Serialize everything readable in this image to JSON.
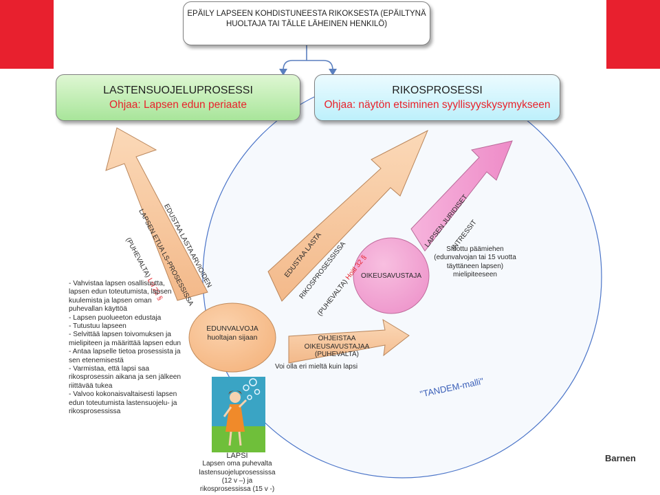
{
  "colors": {
    "brand_red": "#e8202e",
    "green_box": "#b5eaa6",
    "cyan_box": "#c9f3fc",
    "orange_fill": "#f8caa0",
    "pink_fill": "#f29fcf",
    "circle_stroke": "#4a74c8",
    "accent_text_red": "#e8222b"
  },
  "top_box": {
    "line1": "EPÄILY LAPSEEN KOHDISTUNEESTA RIKOKSESTA (EPÄILTYNÄ",
    "line2": "HUOLTAJA TAI TÄLLE LÄHEINEN HENKILÖ)"
  },
  "green_box": {
    "title": "LASTENSUOJELUPROSESSI",
    "subtitle": "Ohjaa: Lapsen edun periaate"
  },
  "cyan_box": {
    "title": "RIKOSPROSESSI",
    "subtitle": "Ohjaa: näytön etsiminen syyllisyyskysymykseen"
  },
  "arrow_left": {
    "line1": "EDUSTAA LASTA ARVIOIDEN",
    "line2": "LAPSEN ETUA LS-PROSESSISSA",
    "line3": "(PUHEVALTA)",
    "ref": "Lsl 22 §"
  },
  "arrow_middle": {
    "line1": "EDUSTAA LASTA",
    "line2": "RIKOSPROSESSISSA",
    "line3": "(PUHEVALTA)",
    "ref": "Hoitl 32 §"
  },
  "arrow_pink": {
    "line1": "LAPSEN JURIDISET",
    "line2": "INTRESSIT"
  },
  "arrow_bottom": {
    "line1": "OHJEISTAA",
    "line2": "OIKEUSAVUSTAJAA",
    "line3": "(PUHEVALTA)"
  },
  "guardian_note": "Voi olla eri mieltä kuin lapsi",
  "edunvalvoja": {
    "title": "EDUNVALVOJA",
    "subtitle": "huoltajan sijaan"
  },
  "oikeusavustaja": {
    "title": "OIKEUSAVUSTAJA"
  },
  "counsel_note": {
    "line1": "Sidottu päämiehen",
    "line2": "(edunvalvojan tai 15 vuotta",
    "line3": "täyttäneen lapsen)",
    "line4": "mielipiteeseen"
  },
  "tandem_label": "\"TANDEM-malli\"",
  "duties": [
    "- Vahvistaa lapsen osallisuutta,",
    "lapsen edun toteutumista, lapsen",
    "kuulemista ja lapsen oman",
    "puhevallan käyttöä",
    "- Lapsen puolueeton edustaja",
    "- Tutustuu lapseen",
    "- Selvittää lapsen toivomuksen ja",
    "mielipiteen ja määrittää lapsen edun",
    "- Antaa lapselle tietoa prosessista ja",
    "sen etenemisestä",
    "- Varmistaa, että lapsi saa",
    "rikosprosessin aikana ja sen jälkeen",
    "riittävää tukea",
    "- Valvoo kokonaisvaltaisesti lapsen",
    "edun toteutumista lastensuojelu- ja",
    "rikosprosessissa"
  ],
  "lapsi": {
    "title": "LAPSI",
    "line1": "Lapsen oma puhevalta",
    "line2": "lastensuojeluprosessissa",
    "line3": "(12 v –) ja",
    "line4": "rikosprosessissa (15 v -)"
  },
  "logo_text": "Barnen"
}
